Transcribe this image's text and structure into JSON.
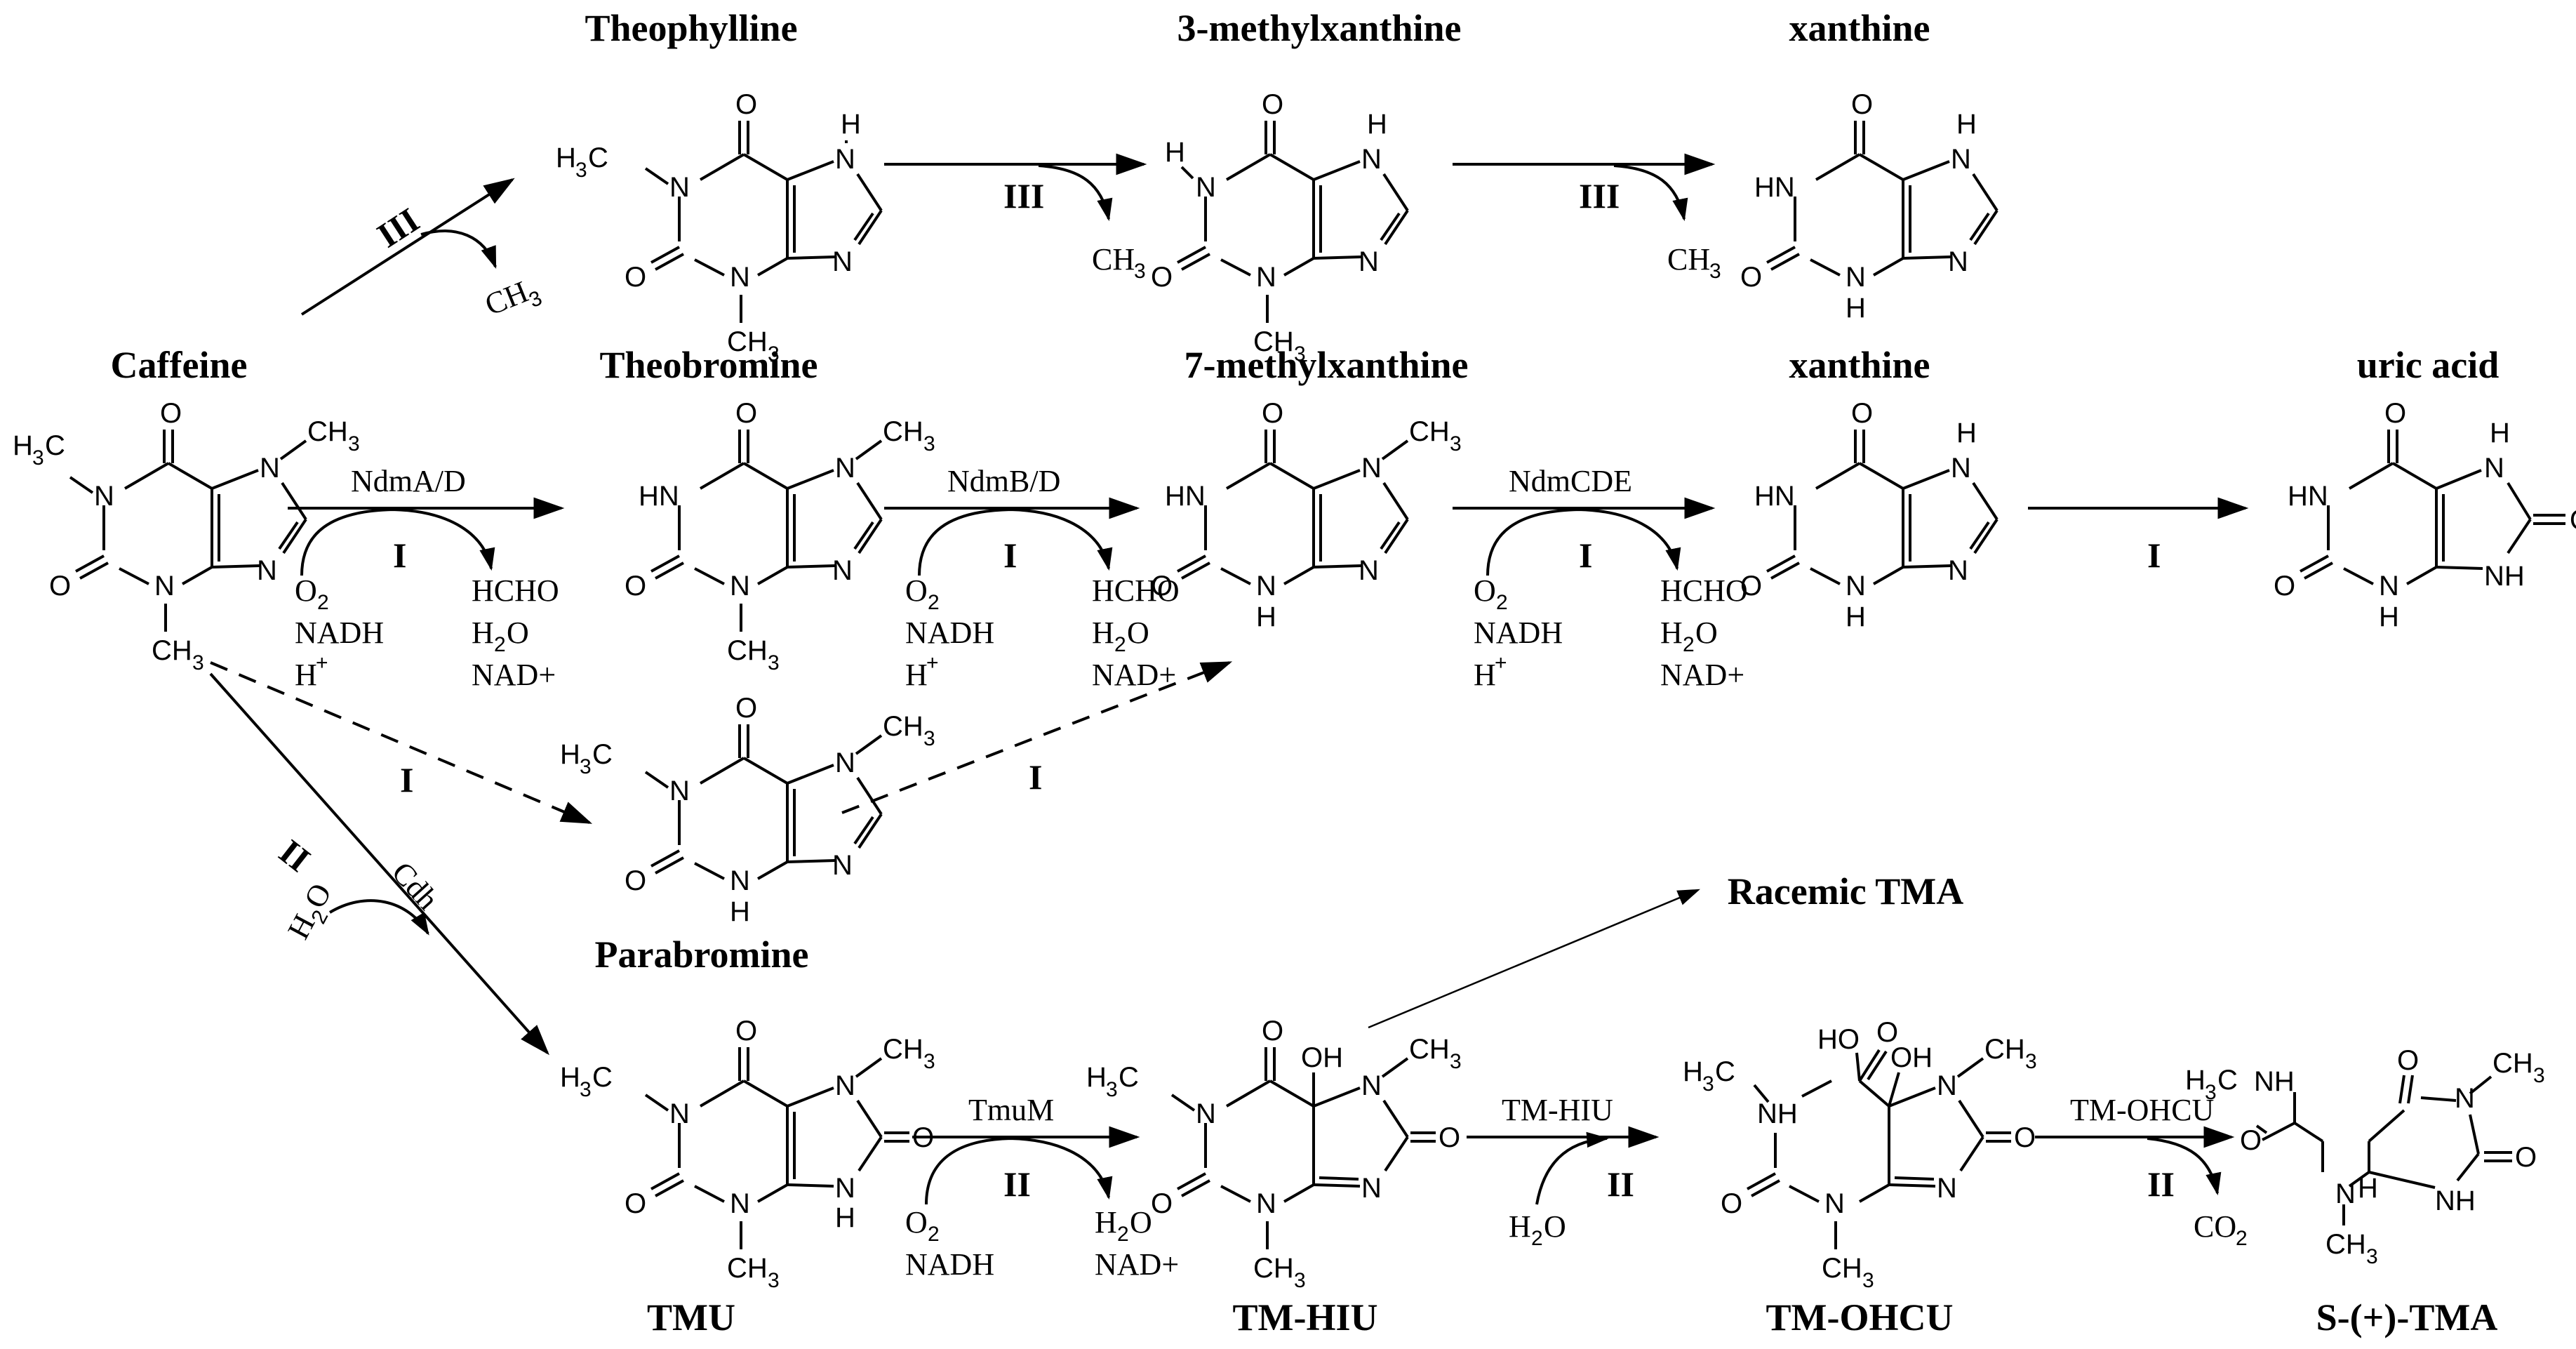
{
  "compounds": {
    "caffeine": "Caffeine",
    "theophylline": "Theophylline",
    "methylxanthine3": "3-methylxanthine",
    "xanthine_top": "xanthine",
    "theobromine": "Theobromine",
    "methylxanthine7": "7-methylxanthine",
    "xanthine_mid": "xanthine",
    "uric_acid": "uric acid",
    "parabromine": "Parabromine",
    "racemic_tma": "Racemic TMA",
    "tmu": "TMU",
    "tm_hiu": "TM-HIU",
    "tm_ohcu": "TM-OHCU",
    "s_tma": "S-(+)-TMA"
  },
  "enzymes": {
    "ndmad": "NdmA/D",
    "ndmbd": "NdmB/D",
    "ndmcde": "NdmCDE",
    "cdh": "Cdh",
    "tmum": "TmuM",
    "tmhiu": "TM-HIU",
    "tmohcu": "TM-OHCU"
  },
  "pathways": {
    "I": "I",
    "II": "II",
    "III": "III"
  },
  "cofactors": {
    "o2": "O",
    "o2_sub": "2",
    "nadh": "NADH",
    "h": "H",
    "h_sup": "+",
    "hcho": "HCHO",
    "h2o": "H",
    "h2o_sub": "2",
    "h2o_o": "O",
    "nad": "NAD+",
    "ch": "CH",
    "ch_sub": "3",
    "co": "CO",
    "co_sub": "2"
  },
  "atoms": {
    "O": "O",
    "N": "N",
    "H": "H",
    "HN": "HN",
    "NH": "NH",
    "OH": "OH",
    "HO": "HO",
    "CH": "CH",
    "H3C": "H",
    "C": "C",
    "n3": "3"
  }
}
